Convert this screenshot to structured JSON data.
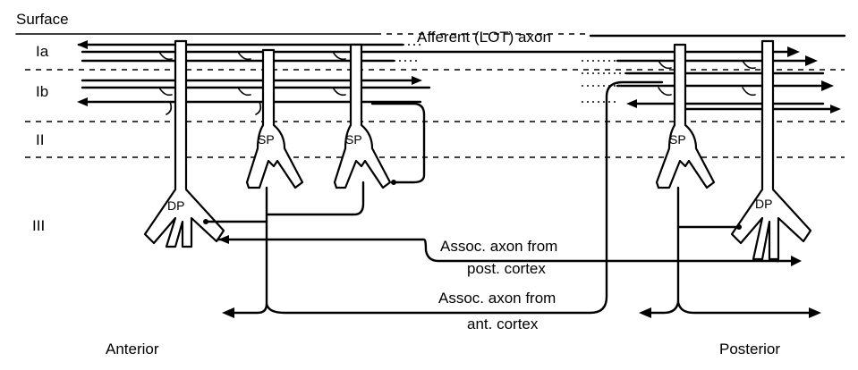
{
  "layers": {
    "surface": "Surface",
    "ia": "Ia",
    "ib": "Ib",
    "ii": "II",
    "iii": "III"
  },
  "afferent_label": "Afferent (LOT) axon",
  "assoc_post": {
    "line1": "Assoc. axon from",
    "line2": "post. cortex"
  },
  "assoc_ant": {
    "line1": "Assoc. axon from",
    "line2": "ant. cortex"
  },
  "anterior": "Anterior",
  "posterior": "Posterior",
  "cells": {
    "dp_left": "DP",
    "sp_1": "SP",
    "sp_2": "SP",
    "sp_3": "SP",
    "dp_right": "DP"
  }
}
